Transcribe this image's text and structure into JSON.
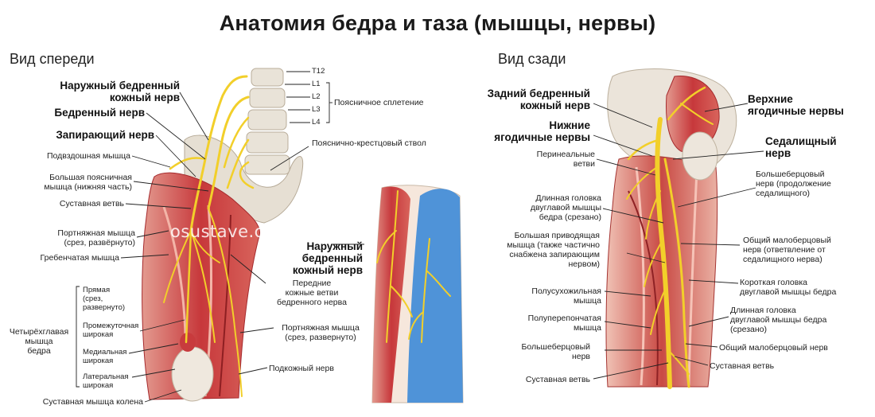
{
  "title": "Анатомия бедра и таза (мышцы, нервы)",
  "watermark": "osustave.com",
  "colors": {
    "muscle": "#c7383b",
    "muscle_light": "#e08a80",
    "nerve": "#f2cf2a",
    "bone": "#e8e1d6",
    "vein": "#4f93d8",
    "leader": "#222222"
  },
  "front_view": {
    "heading": "Вид спереди",
    "vertebra_labels": [
      "T12",
      "L1",
      "L2",
      "L3",
      "L4"
    ],
    "lumbar_plexus": "Поясничное сплетение",
    "lumbosacral_trunk": "Пояснично-крестцовый ствол",
    "lat_cutaneous_nerve": "Наружный бедренный\nкожный нерв",
    "femoral_nerve": "Бедренный нерв",
    "obturator_nerve": "Запирающий нерв",
    "iliacus": "Подвздошная мышца",
    "psoas_major": "Большая поясничная\nмышца (нижняя часть)",
    "articular_branch": "Суставная ветвь",
    "sartorius_cut": "Портняжная мышца\n(срез, развёрнуто)",
    "pectineus": "Гребенчатая мышца",
    "quadriceps": "Четырёхглавая\nмышца\nбедра",
    "rectus": "Прямая\n(срез,\nразвернуто)",
    "vastus_intermedius": "Промежуточная\nширокая",
    "vastus_medialis": "Медиальная\nширокая",
    "vastus_lateralis": "Латеральная\nширокая",
    "knee_articular": "Суставная мышца колена",
    "anterior_cutaneous": "Передние\nкожные ветви\nбедренного нерва",
    "sartorius_cut2": "Портняжная мышца\n(срез, развернуто)",
    "saphenous": "Подкожный нерв",
    "inset_label": "Наружный\nбедренный\nкожный нерв"
  },
  "back_view": {
    "heading": "Вид сзади",
    "post_cutaneous": "Задний бедренный\nкожный нерв",
    "inferior_gluteal": "Нижние\nягодичные нервы",
    "perineal": "Перинеальные\nветви",
    "biceps_long_cut": "Длинная головка\nдвуглавой мышцы\nбедра (срезано)",
    "adductor_magnus": "Большая приводящая\nмышца (также частично\nснабжена запирающим\nнервом)",
    "semitendinosus": "Полусухожильная\nмышца",
    "semimembranosus": "Полуперепончатая\nмышца",
    "tibial_nerve": "Большеберцовый\nнерв",
    "articular_branch": "Суставная ветвь",
    "superior_gluteal": "Верхние\nягодичные нервы",
    "sciatic": "Седалищный\nнерв",
    "tibial_part": "Большеберцовый\nнерв (продолжение\nседалищного)",
    "common_peroneal": "Общий малоберцовый\nнерв (ответвление от\nседалищного нерва)",
    "biceps_short": "Короткая головка\nдвуглавой мышцы бедра",
    "biceps_long": "Длинная головка\nдвуглавой мышцы бедра\n(срезано)",
    "common_peroneal2": "Общий малоберцовый нерв",
    "articular_branch2": "Суставная ветвь"
  }
}
